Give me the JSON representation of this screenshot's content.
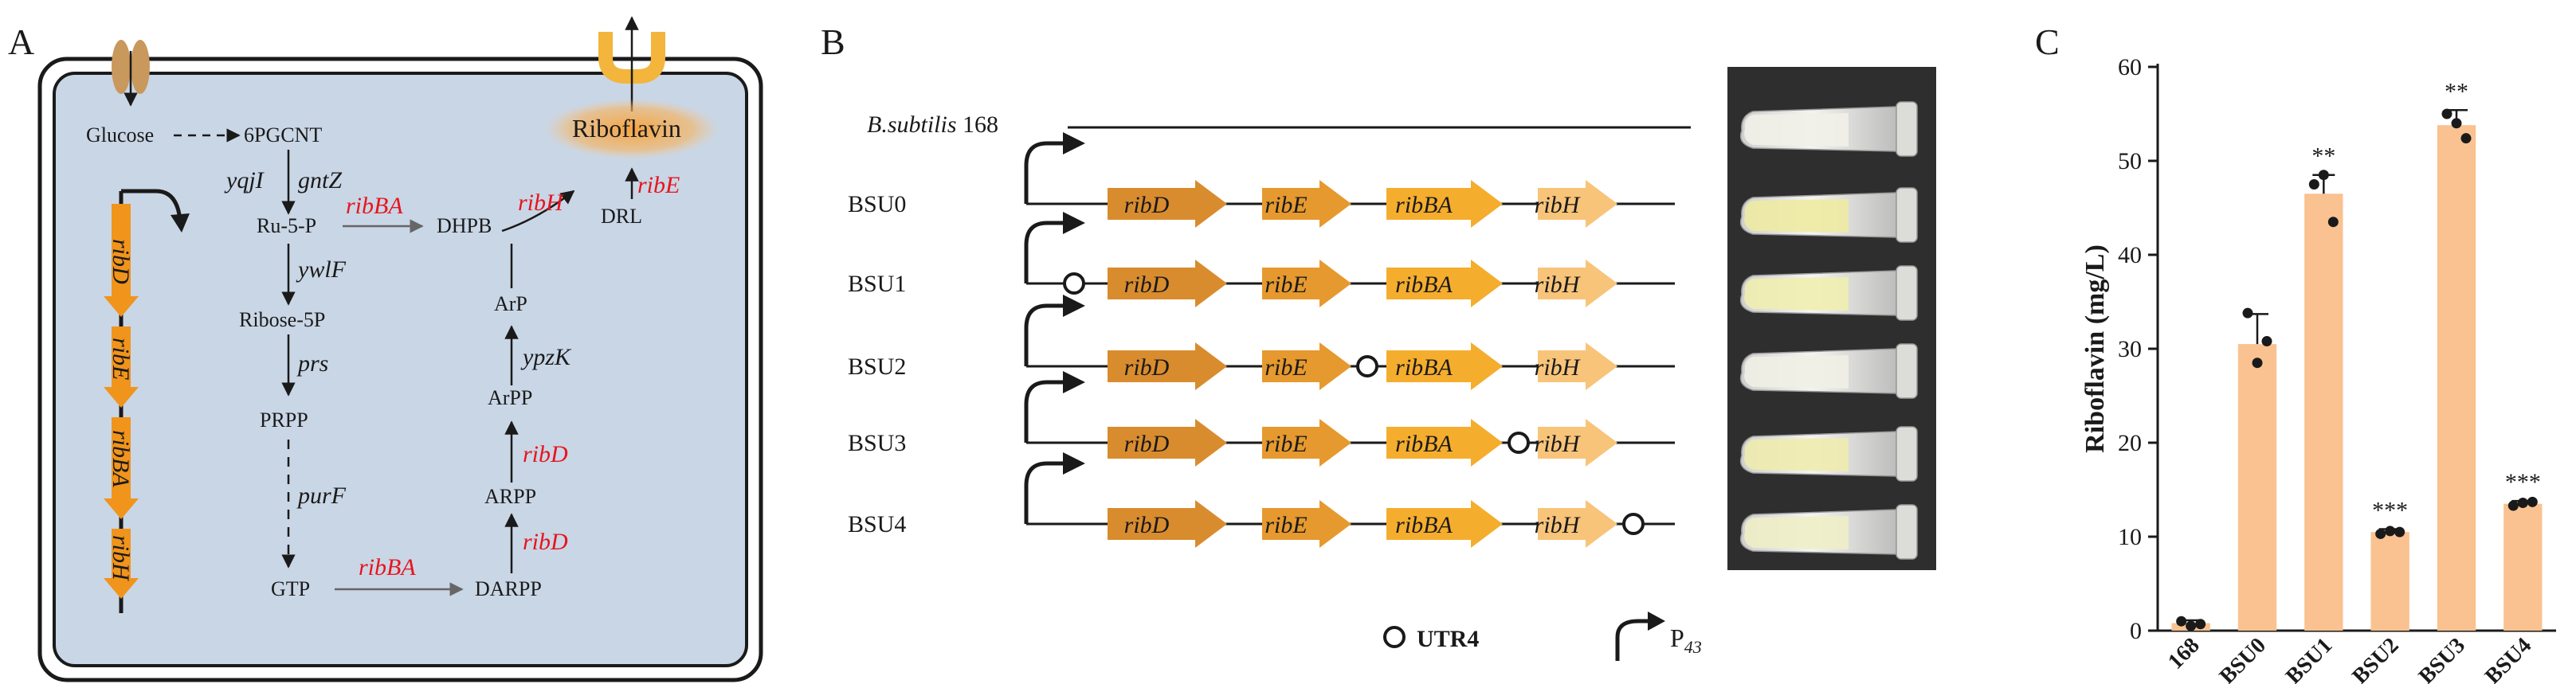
{
  "panelA": {
    "label": "A",
    "metabolites": {
      "glucose": "Glucose",
      "pgcnt": "6PGCNT",
      "ru5p": "Ru-5-P",
      "ribose5p": "Ribose-5P",
      "prpp": "PRPP",
      "gtp": "GTP",
      "darpp": "DARPP",
      "arpp_low": "ARPP",
      "arpp": "ArPP",
      "arp": "ArP",
      "dhpb": "DHPB",
      "drl": "DRL",
      "riboflavin": "Riboflavin"
    },
    "enzymes": {
      "yqjI": "yqjI",
      "gntZ": "gntZ",
      "ywlF": "ywlF",
      "prs": "prs",
      "purF": "purF",
      "ribBA_top": "ribBA",
      "ribBA_bottom": "ribBA",
      "ribH": "ribH",
      "ribE": "ribE",
      "ribD_1": "ribD",
      "ribD_2": "ribD",
      "ypzK": "ypzK"
    },
    "operon_genes": [
      "ribD",
      "ribE",
      "ribBA",
      "ribH"
    ]
  },
  "panelB": {
    "label": "B",
    "strain168": "B.subtilis",
    "strain168_num": "168",
    "constructs": [
      "BSU0",
      "BSU1",
      "BSU2",
      "BSU3",
      "BSU4"
    ],
    "genes": [
      "ribD",
      "ribE",
      "ribBA",
      "ribH"
    ],
    "legend_utr": "UTR4",
    "legend_promoter": "P",
    "legend_promoter_sub": "43"
  },
  "panelC": {
    "label": "C"
  },
  "colors": {
    "cell_fill": "#c9d6e6",
    "ribD": "#d98c2e",
    "ribE": "#e6992e",
    "ribBA": "#f5ad2e",
    "ribH": "#f8c47a",
    "bar": "#f9c290",
    "red_text": "#e8141c"
  },
  "chart_data": {
    "type": "bar",
    "categories": [
      "168",
      "BSU0",
      "BSU1",
      "BSU2",
      "BSU3",
      "BSU4"
    ],
    "values": [
      0.8,
      30.5,
      46.5,
      10.5,
      53.8,
      13.5
    ],
    "errors": [
      0.3,
      3.2,
      2.0,
      0.3,
      1.6,
      0.3
    ],
    "points": [
      [
        1.0,
        0.5,
        0.7
      ],
      [
        33.8,
        28.5,
        30.8
      ],
      [
        47.5,
        48.5,
        43.5
      ],
      [
        10.3,
        10.6,
        10.5
      ],
      [
        55.0,
        54.0,
        52.4
      ],
      [
        13.3,
        13.6,
        13.7
      ]
    ],
    "significance": [
      "",
      "",
      "**",
      "***",
      "**",
      "***"
    ],
    "ylabel": "Riboflavin (mg/L)",
    "ylim": [
      0,
      60
    ],
    "yticks": [
      "0",
      "10",
      "20",
      "30",
      "40",
      "50",
      "60"
    ]
  }
}
